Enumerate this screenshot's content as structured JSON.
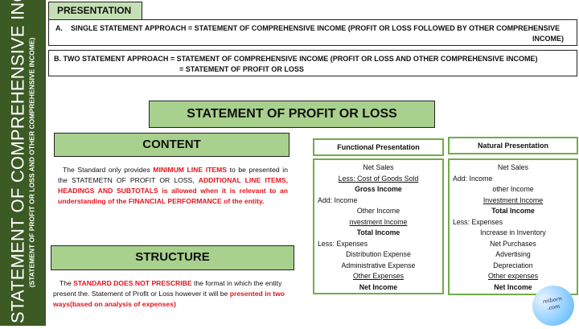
{
  "sidebar": {
    "title": "STATEMENT OF COMPREHENSIVE INCOME",
    "subtitle": "(STATEMENT OF PROFIT OR LOSS AND OTHER COMPREHENSIVE INCOME)"
  },
  "presentation": {
    "tab": "PRESENTATION",
    "a_label": "A.",
    "a_text": "SINGLE STATEMENT APPROACH = STATEMENT OF COMPREHENSIVE INCOME (PROFIT OR LOSS FOLLOWED BY OTHER COMPREHENSIVE",
    "a_text2": "INCOME)",
    "b_text": "B. TWO STATEMENT APPROACH = STATEMENT OF COMPREHENSIVE INCOME (PROFIT OR LOSS AND OTHER COMPREHENSIVE INCOME)",
    "b_text2": "= STATEMENT OF PROFIT OR LOSS"
  },
  "main_title": "STATEMENT OF PROFIT OR LOSS",
  "content": {
    "heading": "CONTENT",
    "p1": "The Standard only provides ",
    "r1": "MINIMUM LINE ITEMS",
    "p2": " to be presented in the STATEMETN OF PROFIT OR LOSS, ",
    "r2": "ADDITIONAL LINE ITEMS, HEADINGS AND SUBTOTALS is allowed when it is relevant to an understanding of the FINANCIAL PERFORMANCE of the entity."
  },
  "structure": {
    "heading": "STRUCTURE",
    "p1": "The ",
    "r1": "STANDARD DOES NOT PRESCRIBE",
    "p2": " the format in which the entity present the. Statement of Profit or Loss however it will be ",
    "r2": "presented in two ways(based on analysis of expenses)"
  },
  "functional": {
    "header": "Functional Presentation",
    "lines": [
      "Net Sales",
      "Less: Cost of Goods Sold",
      "Gross Income",
      "Add: Income",
      "Other Income",
      "nvestment Income",
      "Total Income",
      "Less: Expenses",
      "Distribution Expense",
      "Administrative Expense",
      "Other Expenses",
      "Net Income"
    ]
  },
  "natural": {
    "header": "Natural Presentation",
    "lines": [
      "Net Sales",
      "Add: Income",
      "other Income",
      "Investment Income",
      "Total Income",
      "Less: Expenses",
      "Increase in Inventory",
      "Net Purchases",
      "Advertising",
      "Depreciation",
      "Other expenses",
      "Net Income"
    ]
  },
  "logo": {
    "line1": "reiborn",
    "line2": ".com"
  }
}
